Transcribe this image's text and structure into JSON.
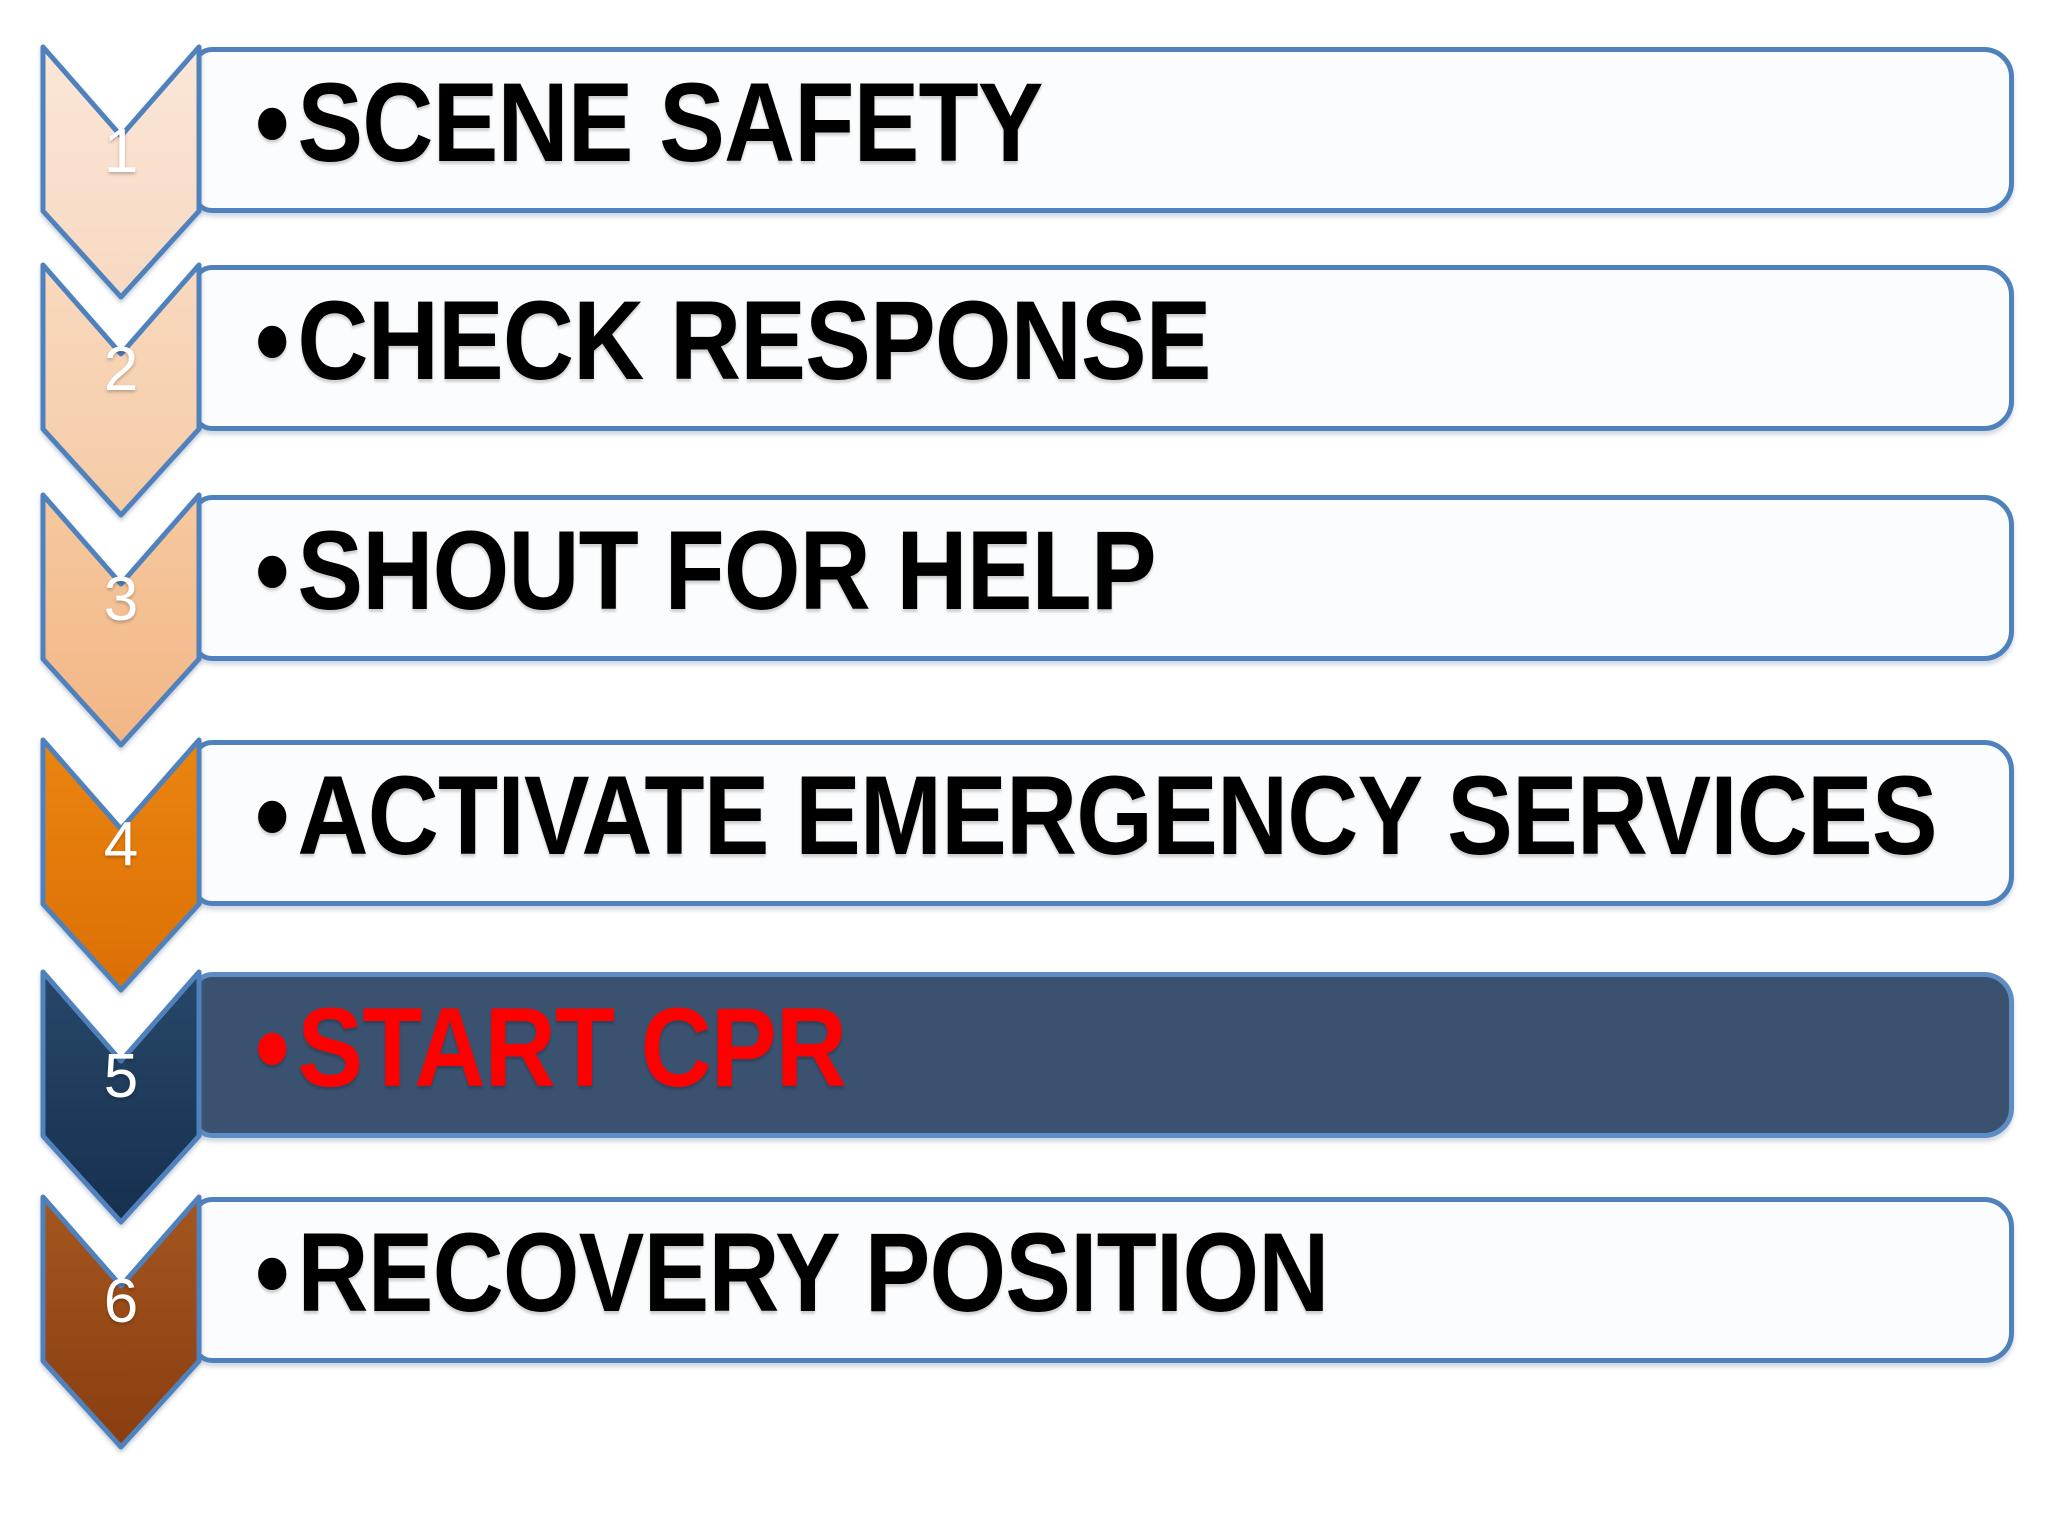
{
  "diagram": {
    "type": "vertical-chevron-process",
    "background": "#FFFFFF",
    "number_color": "#FFFFFF",
    "default_border_color": "#4F81BD",
    "steps": [
      {
        "number": "1",
        "bullet": "•",
        "label": "SCENE SAFETY",
        "label_color": "#000000",
        "bar_fill": "#FBFCFD",
        "border_color": "#4F81BD",
        "arrow_color_top": "#FBE6D7",
        "arrow_color_bottom": "#F7D9C2"
      },
      {
        "number": "2",
        "bullet": "•",
        "label": "CHECK RESPONSE",
        "label_color": "#000000",
        "bar_fill": "#FBFCFD",
        "border_color": "#4F81BD",
        "arrow_color_top": "#F9D9BE",
        "arrow_color_bottom": "#F5CBA6"
      },
      {
        "number": "3",
        "bullet": "•",
        "label": "SHOUT FOR HELP",
        "label_color": "#000000",
        "bar_fill": "#FBFCFD",
        "border_color": "#4F81BD",
        "arrow_color_top": "#F6C89F",
        "arrow_color_bottom": "#F2B685"
      },
      {
        "number": "4",
        "bullet": "•",
        "label": "ACTIVATE EMERGENCY SERVICES",
        "label_color": "#000000",
        "bar_fill": "#FBFCFD",
        "border_color": "#4F81BD",
        "arrow_color_top": "#EA8511",
        "arrow_color_bottom": "#DC6F04"
      },
      {
        "number": "5",
        "bullet": "•",
        "label": "START CPR",
        "label_color": "#FF0000",
        "bar_fill": "#3A5270",
        "border_color": "#5E8CC4",
        "arrow_color_top": "#284769",
        "arrow_color_bottom": "#16304F"
      },
      {
        "number": "6",
        "bullet": "•",
        "label": "RECOVERY POSITION",
        "label_color": "#000000",
        "bar_fill": "#FBFCFD",
        "border_color": "#4F81BD",
        "arrow_color_top": "#A4561F",
        "arrow_color_bottom": "#8A3E10"
      }
    ]
  }
}
